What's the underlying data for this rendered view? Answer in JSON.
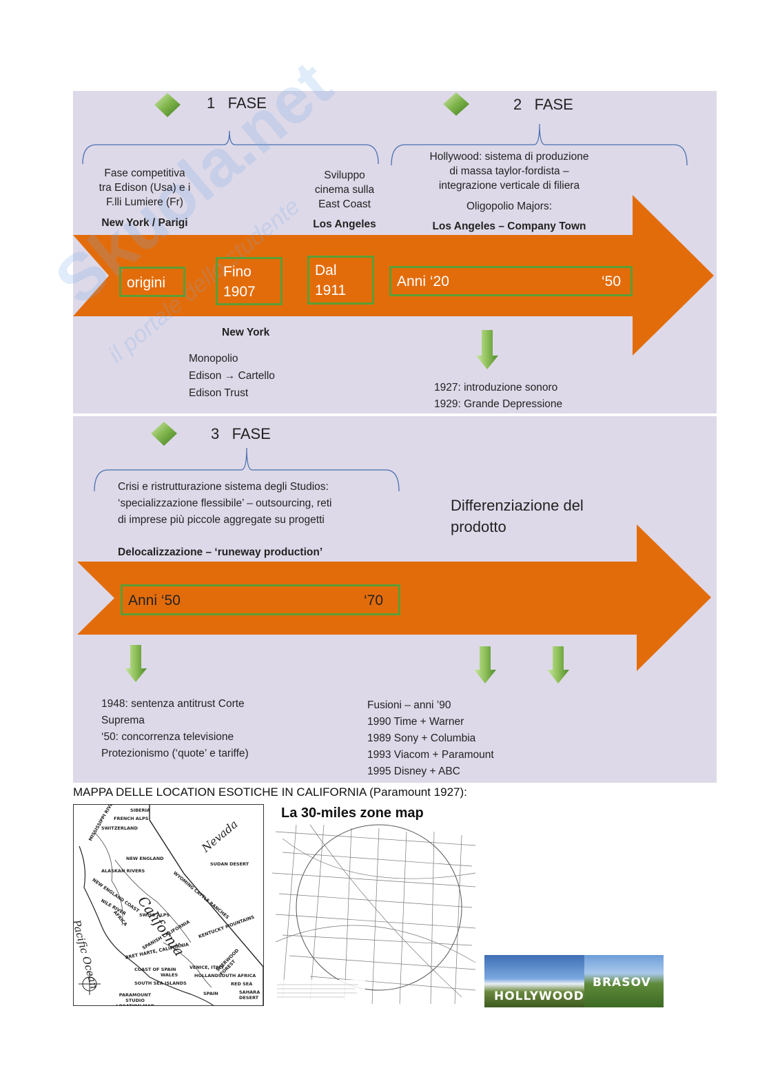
{
  "phase1": {
    "header_num": "1",
    "header_label": "FASE",
    "left_text": "Fase competitiva\ntra Edison (Usa) e i\nF.lli Lumiere (Fr)",
    "left_city": "New York / Parigi",
    "right_text": "Sviluppo\ncinema sulla\nEast Coast",
    "right_city": "Los Angeles",
    "box_origini": "origini",
    "box_fino": "Fino\n1907",
    "box_dal": "Dal\n1911",
    "below_city": "New York",
    "below_text": "Monopolio\nEdison → Cartello\nEdison Trust"
  },
  "phase2": {
    "header_num": "2",
    "header_label": "FASE",
    "desc": "Hollywood: sistema di produzione\ndi massa taylor-fordista –\nintegrazione verticale di filiera",
    "oligopolio": "Oligopolio Majors:",
    "company_town": "Los Angeles – Company Town",
    "box_start": "Anni ‘20",
    "box_end": "‘50",
    "events": "1927: introduzione sonoro\n1929: Grande Depressione"
  },
  "phase3": {
    "header_num": "3",
    "header_label": "FASE",
    "desc": "Crisi e ristrutturazione sistema degli Studios:\n‘specializzazione flessibile’ – outsourcing, reti\ndi imprese più piccole aggregate su progetti",
    "delocalization": "Delocalizzazione – ‘runeway production’",
    "differentiation": "Differenziazione del\nprodotto",
    "box_start": "Anni ‘50",
    "box_end": "‘70",
    "left_events": "1948: sentenza antitrust Corte\nSuprema\n‘50: concorrenza televisione\nProtezionismo (‘quote’ e tariffe)",
    "right_events": "Fusioni – anni ’90\n1990 Time + Warner\n1989 Sony + Columbia\n1993 Viacom + Paramount\n1995 Disney + ABC"
  },
  "caption": "MAPPA DELLE LOCATION ESOTICHE IN CALIFORNIA (Paramount 1927):",
  "map1": {
    "state": "California",
    "neighbor": "Nevada",
    "ocean": "Pacific Ocean",
    "labels": [
      "SIBERIA",
      "FRENCH ALPS",
      "SWITZERLAND",
      "MISSISSIPPI RIVER",
      "NEW ENGLAND",
      "ALASKAN RIVERS",
      "NEW ENGLAND COAST",
      "NILE RIVER",
      "AFRICA",
      "SWISS ALPS",
      "SPANISH CALIFORNIA",
      "BRET HARTE, CALIFORNIA",
      "COAST OF SPAIN",
      "WALES",
      "SOUTH SEA ISLANDS",
      "SUDAN DESERT",
      "WYOMING CATTLE RANCHES",
      "KENTUCKY MOUNTAINS",
      "SHERWOOD FOREST",
      "VENICE, ITALY",
      "HOLLAND",
      "SOUTH AFRICA",
      "RED SEA",
      "SAHARA DESERT",
      "SPAIN",
      "PARAMOUNT STUDIO LOCATION MAP"
    ]
  },
  "map2": {
    "title": "La 30-miles zone map"
  },
  "photos": {
    "hollywood": "HOLLYWOOD",
    "brasov": "BRASOV"
  },
  "watermark": {
    "line1": "Skuola.net",
    "line2": "il portale dello studente"
  },
  "colors": {
    "panel": "#ddd9e8",
    "arrow": "#e36c0a",
    "box_border": "#5a9e36"
  }
}
